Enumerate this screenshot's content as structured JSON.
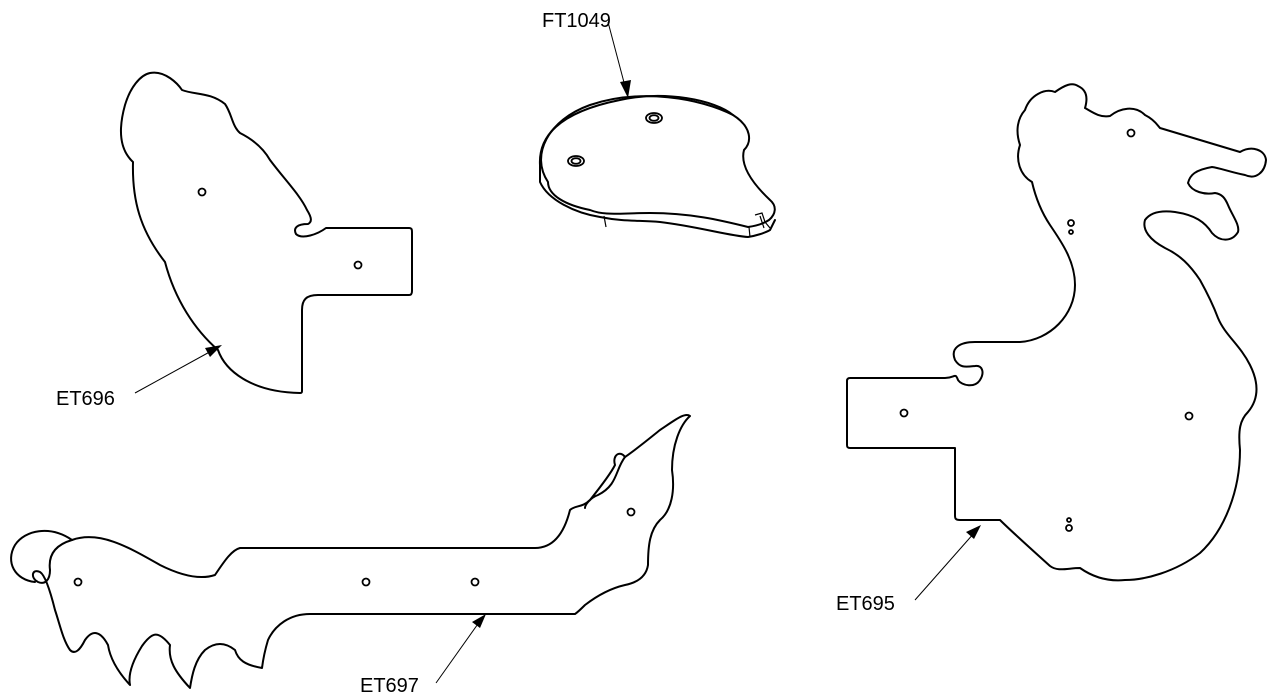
{
  "parts": [
    {
      "id": "ft1049",
      "label": "FT1049"
    },
    {
      "id": "et696",
      "label": "ET696"
    },
    {
      "id": "et695",
      "label": "ET695"
    },
    {
      "id": "et697",
      "label": "ET697"
    }
  ],
  "colors": {
    "line": "#000000",
    "background": "#ffffff"
  }
}
